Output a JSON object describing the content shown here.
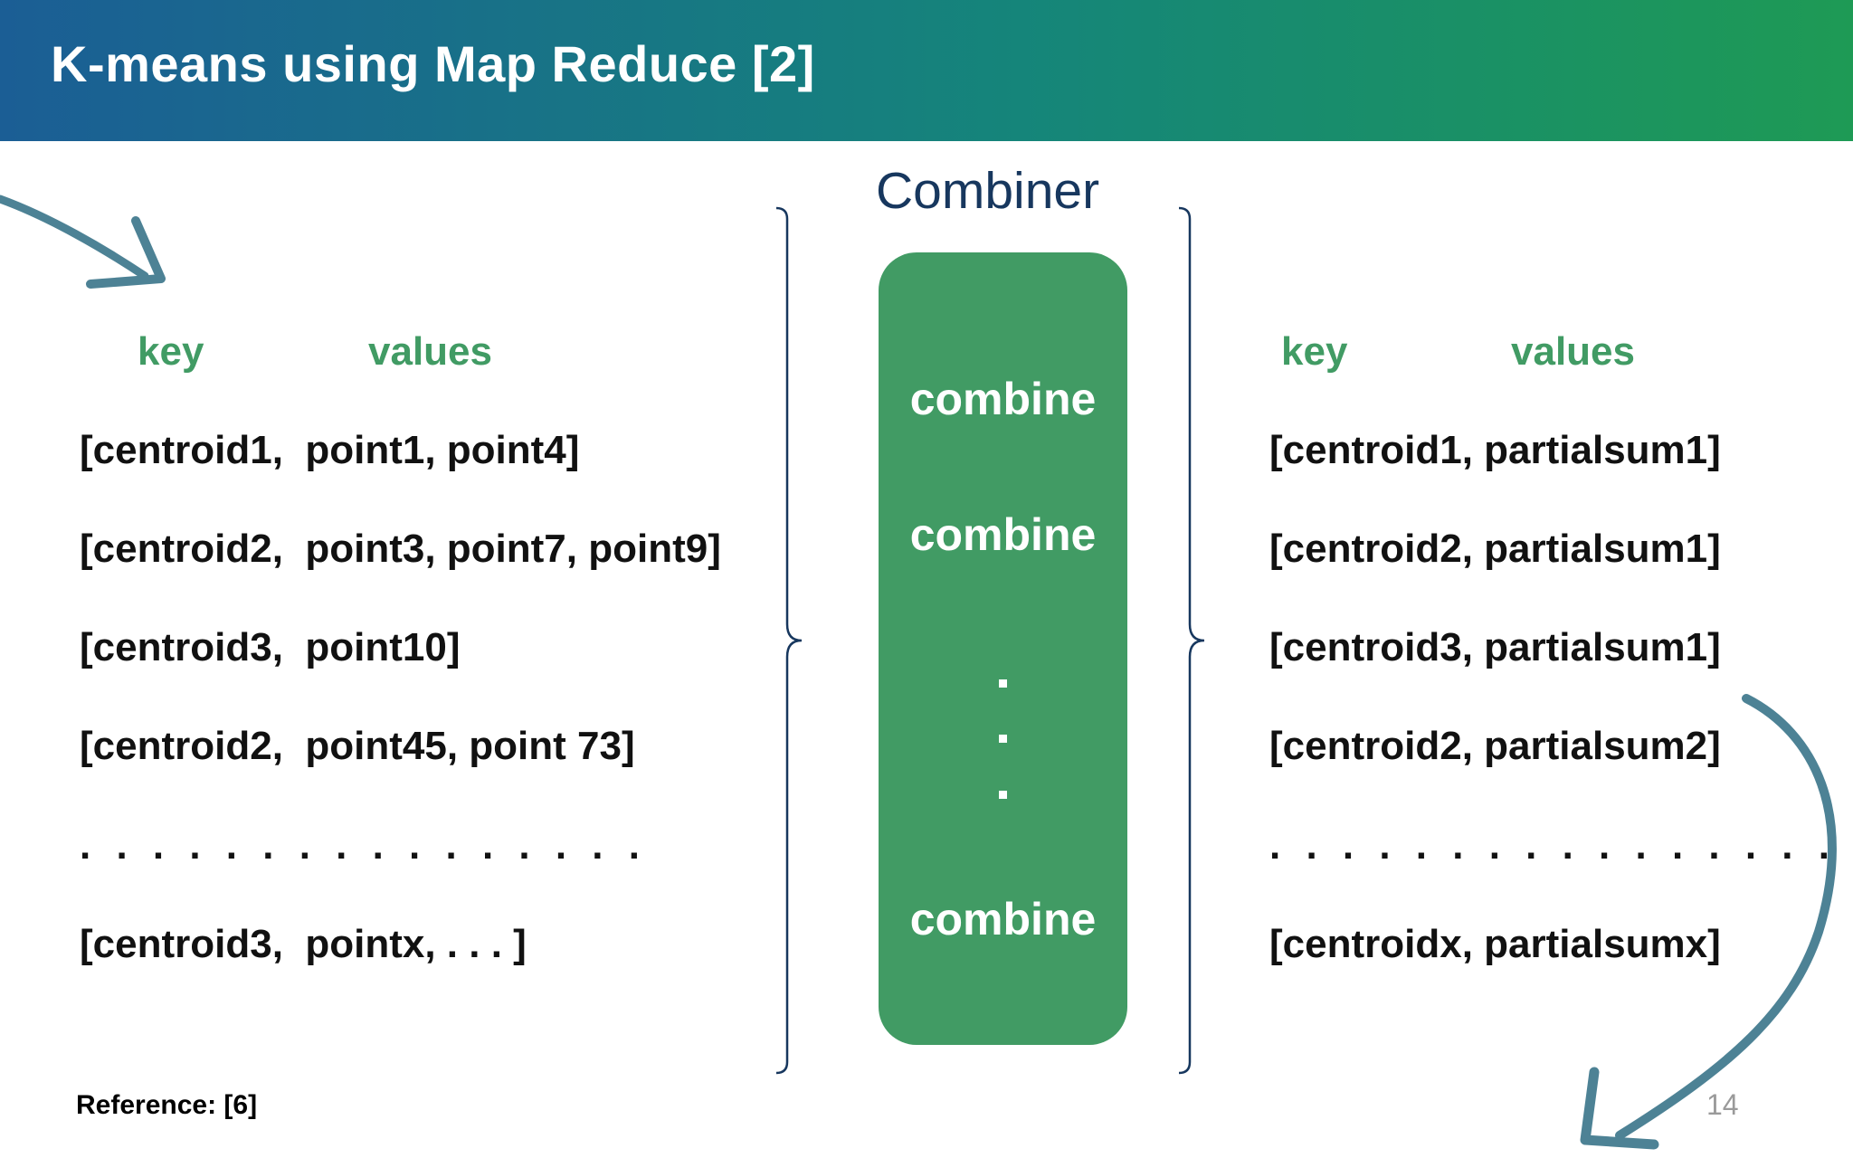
{
  "slide": {
    "title": "K-means using Map Reduce [2]",
    "combiner_title": "Combiner",
    "combiner_labels": [
      "combine",
      "combine",
      "combine"
    ],
    "left": {
      "key_header": "key",
      "values_header": "values",
      "rows": [
        "[centroid1,  point1, point4]",
        "[centroid2,  point3, point7, point9]",
        "[centroid3,  point10]",
        "[centroid2,  point45, point 73]",
        ". . . . . . . . . . . . . . . .",
        "[centroid3,  pointx, . . . ]"
      ]
    },
    "right": {
      "key_header": "key",
      "values_header": "values",
      "rows": [
        "[centroid1, partialsum1]",
        "[centroid2, partialsum1]",
        "[centroid3, partialsum1]",
        "[centroid2, partialsum2]",
        ". . . . . . . . . . . . . . . .",
        "[centroidx, partialsumx]"
      ]
    },
    "reference_label": "Reference:",
    "reference_value": "[6]",
    "page_number": "14",
    "colors": {
      "header_start": "#1b5e95",
      "header_end": "#1e9a55",
      "accent_green": "#419b64",
      "combiner_title": "#17375e",
      "arrow": "#4d8295"
    }
  }
}
